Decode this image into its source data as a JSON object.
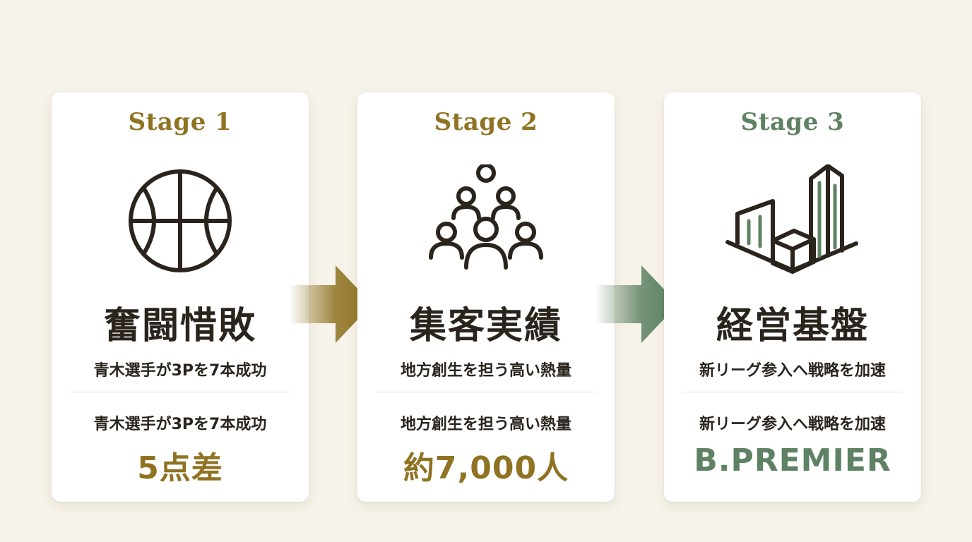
{
  "stages": [
    {
      "label": "Stage 1",
      "icon": "basketball-icon",
      "title": "奮闘惜敗",
      "sub1": "青木選手が3Pを7本成功",
      "sub2": "青木選手が3Pを7本成功",
      "highlight": "5点差",
      "color": "#8f7322"
    },
    {
      "label": "Stage 2",
      "icon": "crowd-icon",
      "title": "集客実績",
      "sub1": "地方創生を担う高い熱量",
      "sub2": "地方創生を担う高い熱量",
      "highlight": "約7,000人",
      "color": "#8f7322"
    },
    {
      "label": "Stage 3",
      "icon": "buildings-icon",
      "title": "経営基盤",
      "sub1": "新リーグ参入へ戦略を加速",
      "sub2": "新リーグ参入へ戦略を加速",
      "highlight": "B.PREMIER",
      "color": "#5e8263"
    }
  ],
  "arrows": [
    {
      "icon": "arrow-right-icon",
      "color": "#8f7322"
    },
    {
      "icon": "arrow-right-icon",
      "color": "#5e8263"
    }
  ],
  "colors": {
    "background": "#f7f3ea",
    "text": "#2a241d",
    "gold": "#8f7322",
    "green": "#5e8263"
  }
}
